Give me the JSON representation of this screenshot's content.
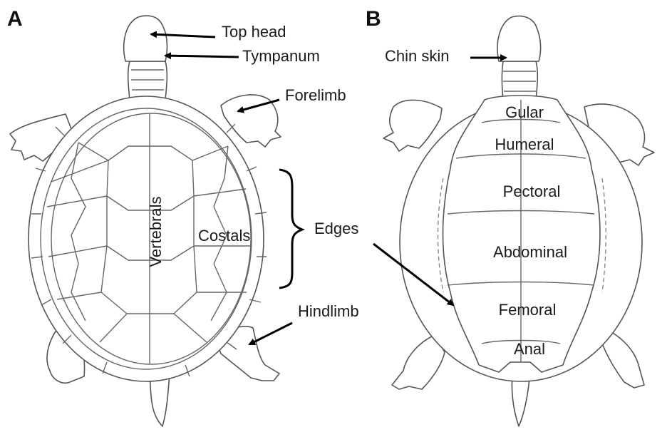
{
  "panels": {
    "a": "A",
    "b": "B"
  },
  "labels_a": {
    "top_head": "Top head",
    "tympanum": "Tympanum",
    "forelimb": "Forelimb",
    "vertebrals": "Vertebrals",
    "costals": "Costals",
    "edges": "Edges",
    "hindlimb": "Hindlimb"
  },
  "labels_b": {
    "chin_skin": "Chin skin",
    "gular": "Gular",
    "humeral": "Humeral",
    "pectoral": "Pectoral",
    "abdominal": "Abdominal",
    "femoral": "Femoral",
    "anal": "Anal"
  }
}
